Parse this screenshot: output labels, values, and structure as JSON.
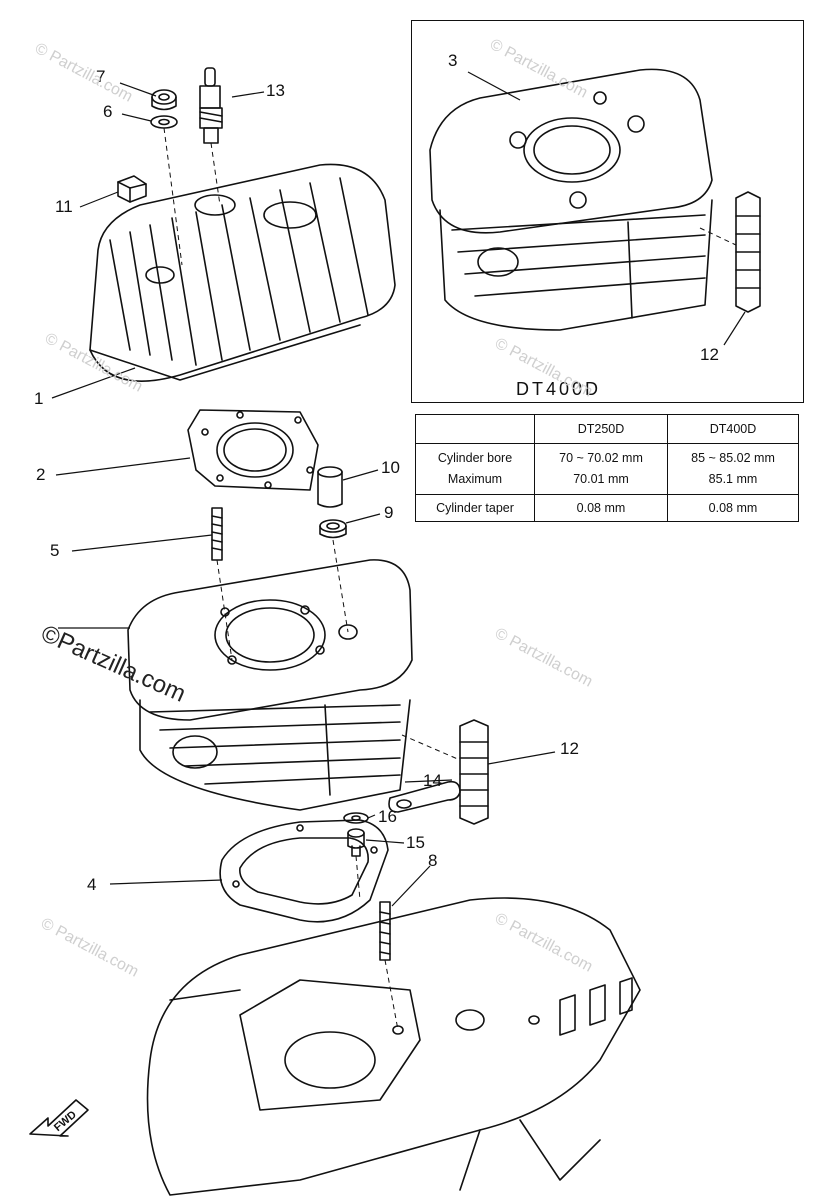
{
  "callouts": [
    {
      "id": "1",
      "text": "1"
    },
    {
      "id": "2",
      "text": "2"
    },
    {
      "id": "3",
      "text": "3"
    },
    {
      "id": "4",
      "text": "4"
    },
    {
      "id": "5",
      "text": "5"
    },
    {
      "id": "6",
      "text": "6"
    },
    {
      "id": "7",
      "text": "7"
    },
    {
      "id": "8",
      "text": "8"
    },
    {
      "id": "9",
      "text": "9"
    },
    {
      "id": "10",
      "text": "10"
    },
    {
      "id": "11",
      "text": "11"
    },
    {
      "id": "12a",
      "text": "12"
    },
    {
      "id": "12b",
      "text": "12"
    },
    {
      "id": "13",
      "text": "13"
    },
    {
      "id": "14",
      "text": "14"
    },
    {
      "id": "15",
      "text": "15"
    },
    {
      "id": "16",
      "text": "16"
    }
  ],
  "inset": {
    "caption": "DT400D"
  },
  "spec_table": {
    "headers": [
      "",
      "DT250D",
      "DT400D"
    ],
    "row1": {
      "label_line1": "Cylinder bore",
      "label_line2": "Maximum",
      "dt250d_line1": "70 ~ 70.02 mm",
      "dt250d_line2": "70.01 mm",
      "dt400d_line1": "85 ~ 85.02 mm",
      "dt400d_line2": "85.1 mm"
    },
    "row2": {
      "label": "Cylinder taper",
      "dt250d": "0.08 mm",
      "dt400d": "0.08 mm"
    }
  },
  "watermark": {
    "text": "© Partzilla.com",
    "brand_text": "©Partzilla.com"
  },
  "direction_marker": {
    "text": "FWD"
  }
}
